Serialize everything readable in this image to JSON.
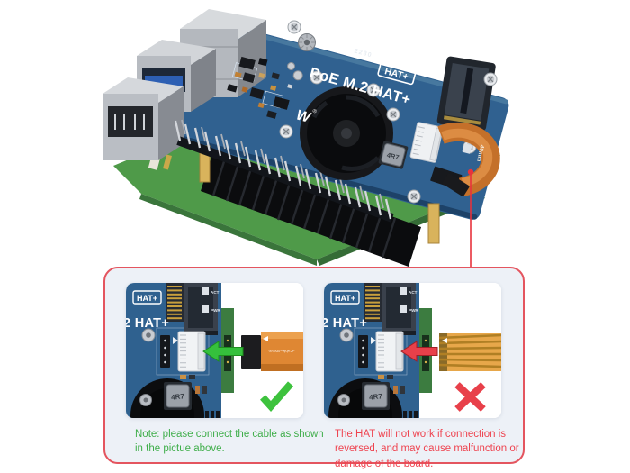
{
  "figure": {
    "board": {
      "title": "PoE M.2 HAT+",
      "hat_badge": "HAT+",
      "m2_size": "2230",
      "logo_text": "W",
      "logo_reg": "®",
      "inductor_label": "4R7",
      "cable_text": "40mm"
    },
    "pointer_color": "#e8323c",
    "colors": {
      "pcb_blue": "#306190",
      "pi_green": "#4f9a49",
      "cable_orange": "#c4702a"
    }
  },
  "note_panel": {
    "style": {
      "border_color": "#e4555f",
      "background": "#edf1f7"
    },
    "correct": {
      "hat_badge": "HAT+",
      "board_text": "2 HAT+",
      "led_act": "ACT",
      "led_pwr": "PWR",
      "inductor_label": "4R7",
      "cable_text": "-Cable-40mm",
      "arrow_color": "#35c03c",
      "result_icon": "check",
      "icon_color": "#3dc23d",
      "caption": "Note: please connect the cable as shown in the pictue above.",
      "caption_color": "#3fae4a"
    },
    "incorrect": {
      "hat_badge": "HAT+",
      "board_text": "2 HAT+",
      "led_act": "ACT",
      "led_pwr": "PWR",
      "inductor_label": "4R7",
      "arrow_color": "#e8404a",
      "result_icon": "cross",
      "icon_color": "#e8404a",
      "caption": "The HAT will not work if connection is reversed, and may cause malfunction or damage of the board.",
      "caption_color": "#ee4450"
    }
  }
}
